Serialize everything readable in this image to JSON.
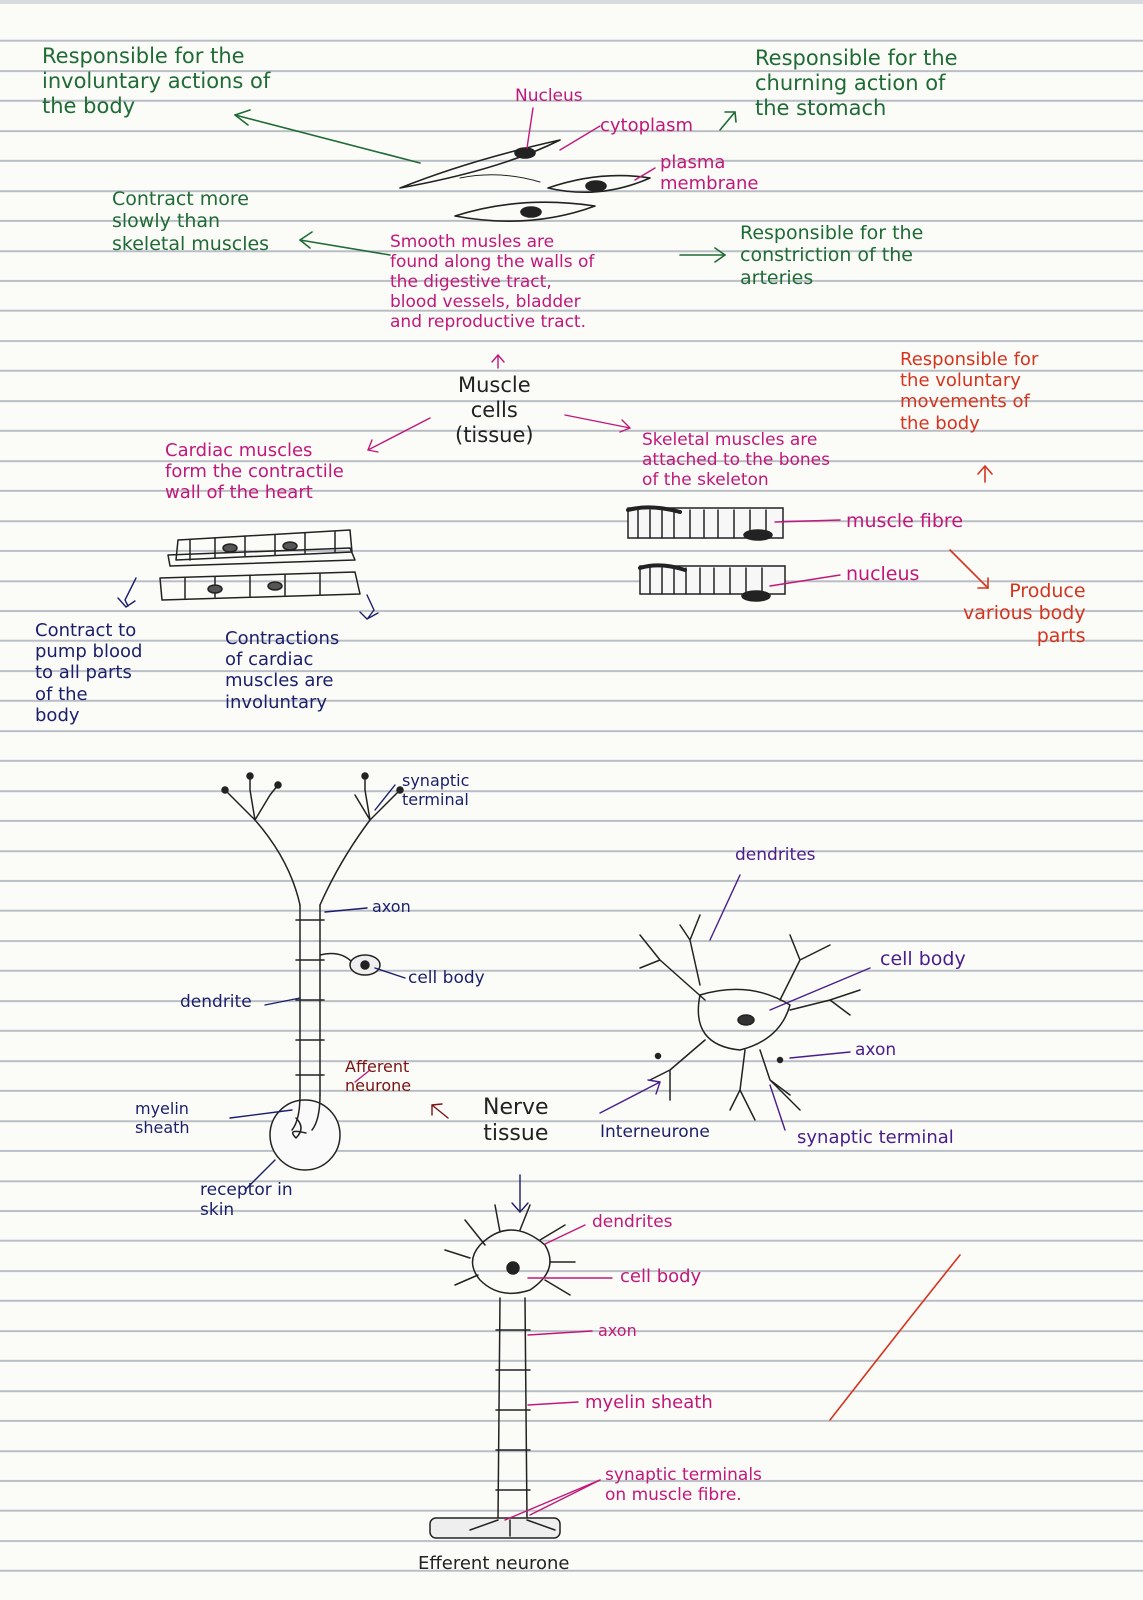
{
  "smooth_muscle": {
    "involuntary": "Responsible for the\ninvoluntary actions of\nthe body",
    "churning": "Responsible for the\nchurning action of\nthe stomach",
    "nucleus": "Nucleus",
    "cytoplasm": "cytoplasm",
    "plasma_membrane": "plasma\nmembrane",
    "contract_slowly": "Contract more\nslowly than\nskeletal muscles",
    "description": "Smooth musles are\nfound along the walls of\nthe digestive tract,\nblood vessels, bladder\nand reproductive tract.",
    "constriction": "Responsible for the\nconstriction of the\narteries"
  },
  "center": {
    "muscle_cells": "Muscle\ncells\n(tissue)"
  },
  "skeletal_muscle": {
    "voluntary": "Responsible for\nthe voluntary\nmovements of\nthe body",
    "description": "Skeletal muscles are\nattached to the bones\nof the skeleton",
    "muscle_fibre": "muscle fibre",
    "nucleus": "nucleus",
    "produce": "Produce\nvarious body\nparts"
  },
  "cardiac_muscle": {
    "description": "Cardiac muscles\nform the contractile\nwall of the heart",
    "pump": "Contract to\npump blood\nto all parts\nof the\nbody",
    "involuntary": "Contractions\nof cardiac\nmuscles are\ninvoluntary"
  },
  "afferent": {
    "synaptic_terminal": "synaptic\nterminal",
    "axon": "axon",
    "cell_body": "cell body",
    "dendrite": "dendrite",
    "myelin_sheath": "myelin\nsheath",
    "receptor": "receptor in\nskin",
    "title": "Afferent\nneurone"
  },
  "nerve": {
    "nerve_tissue": "Nerve\ntissue"
  },
  "interneurone": {
    "dendrites": "dendrites",
    "cell_body": "cell body",
    "axon": "axon",
    "synaptic_terminal": "synaptic terminal",
    "title": "Interneurone"
  },
  "efferent": {
    "dendrites": "dendrites",
    "cell_body": "cell body",
    "axon": "axon",
    "myelin_sheath": "myelin sheath",
    "synaptic_terminals": "synaptic terminals\non muscle fibre.",
    "title": "Efferent neurone"
  },
  "colors": {
    "green": "#1f6b35",
    "pink": "#c2187a",
    "navy": "#1b1f6b",
    "purple": "#4a1d8c",
    "red": "#d5341f",
    "maroon": "#7a1414"
  }
}
